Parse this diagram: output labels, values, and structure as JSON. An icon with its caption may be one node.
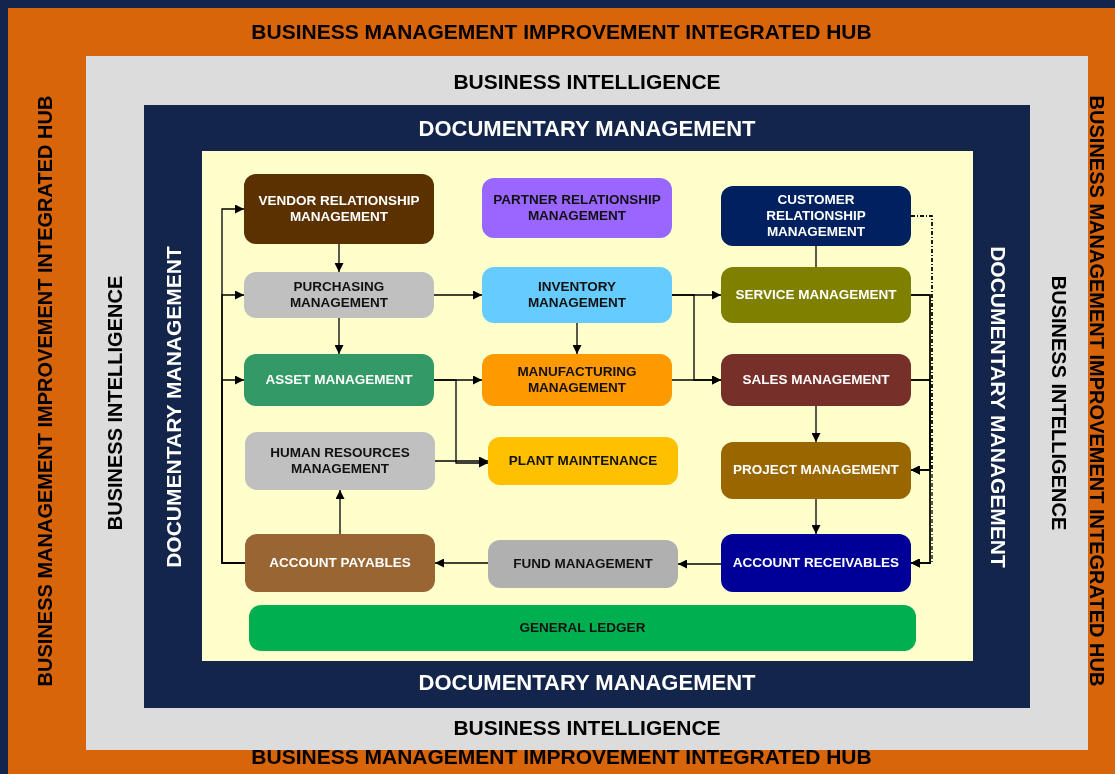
{
  "diagram": {
    "nodes": [
      {
        "text": [
          "BUSINESS MANAGEMENT IMPROVEMENT INTEGRATED HUB",
          "BUSINESS MANAGEMENT IMPROVEMENT INTEGRATED HUB",
          "BUSINESS MANAGEMENT IMPROVEMENT INTEGRATED HUB",
          "BUSINESS MANAGEMENT IMPROVEMENT INTEGRATED HUB"
        ]
      },
      {
        "text": [
          "BUSINESS INTELLIGENCE",
          "BUSINESS INTELLIGENCE",
          "BUSINESS INTELLIGENCE",
          "BUSINESS INTELLIGENCE"
        ],
        "in": 0
      },
      {
        "text": [
          "DOCUMENTARY MANAGEMENT",
          "DOCUMENTARY MANAGEMENT",
          "DOCUMENTARY MANAGEMENT",
          "DOCUMENTARY MANAGEMENT"
        ],
        "in": 1
      },
      {
        "text": [
          "VENDOR RELATIONSHIP MANAGEMENT"
        ],
        "in": 2
      },
      {
        "text": [
          "PARTNER RELATIONSHIP MANAGEMENT"
        ],
        "in": 2
      },
      {
        "text": [
          "CUSTOMER RELATIONSHIP MANAGEMENT"
        ],
        "in": 2
      },
      {
        "text": [
          "PURCHASING MANAGEMENT"
        ],
        "in": 2
      },
      {
        "text": [
          "INVENTORY MANAGEMENT"
        ],
        "in": 2
      },
      {
        "text": [
          "SERVICE MANAGEMENT"
        ],
        "in": 2
      },
      {
        "text": [
          "ASSET MANAGEMENT"
        ],
        "in": 2
      },
      {
        "text": [
          "MANUFACTURING MANAGEMENT"
        ],
        "in": 2
      },
      {
        "text": [
          "SALES MANAGEMENT"
        ],
        "in": 2
      },
      {
        "text": [
          "HUMAN RESOURCES MANAGEMENT"
        ],
        "in": 2
      },
      {
        "text": [
          "PLANT MAINTENANCE"
        ],
        "in": 2
      },
      {
        "text": [
          "PROJECT MANAGEMENT"
        ],
        "in": 2
      },
      {
        "text": [
          "ACCOUNT PAYABLES"
        ],
        "in": 2
      },
      {
        "text": [
          "FUND MANAGEMENT"
        ],
        "in": 2
      },
      {
        "text": [
          "ACCOUNT RECEIVABLES"
        ],
        "in": 2
      },
      {
        "text": [
          "GENERAL LEDGER"
        ],
        "in": 2
      }
    ],
    "edges": [
      {
        "from": 3,
        "to": 6,
        "arrow": "to"
      },
      {
        "from": 6,
        "to": 7,
        "arrow": "to"
      },
      {
        "from": 6,
        "to": 9,
        "arrow": "to"
      },
      {
        "from": 7,
        "to": 10,
        "arrow": "to"
      },
      {
        "from": 7,
        "to": 8,
        "arrow": "to"
      },
      {
        "from": 7,
        "to": 11,
        "arrow": "to"
      },
      {
        "from": 9,
        "to": 10,
        "arrow": "to"
      },
      {
        "from": 10,
        "to": 11,
        "arrow": "to"
      },
      {
        "from": 9,
        "to": 13,
        "arrow": "to"
      },
      {
        "from": 12,
        "to": 13,
        "arrow": "to"
      },
      {
        "from": 5,
        "to": 8,
        "arrow": "none"
      },
      {
        "from": 11,
        "to": 14,
        "arrow": "to"
      },
      {
        "from": 14,
        "to": 17,
        "arrow": "to"
      },
      {
        "from": 17,
        "to": 16,
        "arrow": "to"
      },
      {
        "from": 16,
        "to": 15,
        "arrow": "to"
      },
      {
        "from": 15,
        "to": 12,
        "arrow": "to"
      },
      {
        "from": 15,
        "to": 3,
        "arrow": "to"
      },
      {
        "from": 15,
        "to": 6,
        "arrow": "to"
      },
      {
        "from": 15,
        "to": 9,
        "arrow": "to"
      },
      {
        "from": 5,
        "to": 14,
        "arrow": "to",
        "style": "dashed"
      },
      {
        "from": 5,
        "to": 17,
        "arrow": "to",
        "style": "dashed"
      },
      {
        "from": 8,
        "to": 14,
        "arrow": "to"
      },
      {
        "from": 8,
        "to": 17,
        "arrow": "to"
      },
      {
        "from": 11,
        "to": 14,
        "arrow": "to"
      },
      {
        "from": 11,
        "to": 17,
        "arrow": "to"
      }
    ]
  }
}
